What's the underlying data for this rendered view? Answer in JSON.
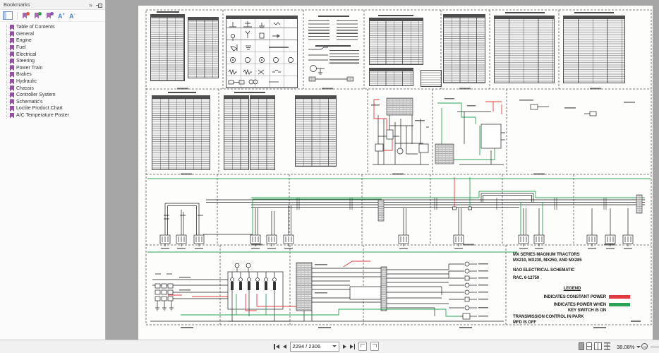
{
  "sidebar": {
    "title": "Bookmarks",
    "collapse_glyph": "»",
    "items": [
      {
        "label": "Table of Contents"
      },
      {
        "label": "General"
      },
      {
        "label": "Engine"
      },
      {
        "label": "Fuel"
      },
      {
        "label": "Electrical"
      },
      {
        "label": "Steering"
      },
      {
        "label": "Power Train"
      },
      {
        "label": "Brakes"
      },
      {
        "label": "Hydraulic"
      },
      {
        "label": "Chassis"
      },
      {
        "label": "Controller System"
      },
      {
        "label": "Schematic's"
      },
      {
        "label": "Loctite Product Chart"
      },
      {
        "label": "A/C Temperature Poster"
      }
    ]
  },
  "statusbar": {
    "page_indicator": "2294 / 2306",
    "zoom_level": "38.08%"
  },
  "schematic": {
    "title_line1": "MX SERIES MAGNUM TRACTORS",
    "title_line2": "MX210, MX230, MX250, AND MX285",
    "subtitle": "NAO ELECTRICAL SCHEMATIC",
    "reference": "RAC. 6-12750",
    "legend": {
      "title": "LEGEND",
      "constant_power_label": "INDICATES CONSTANT POWER",
      "key_switch_label_line1": "INDICATES POWER WHEN",
      "key_switch_label_line2": "KEY SWITCH IS ON"
    },
    "notes": {
      "line1": "TRANSMISSION CONTROL IN PARK",
      "line2": "MFD IS OFF"
    }
  },
  "colors": {
    "constant_power_red": "#e23a3e",
    "key_switch_green": "#2aa257",
    "bookmark_purple": "#9650a3",
    "icon_blue": "#4f7cc0"
  }
}
